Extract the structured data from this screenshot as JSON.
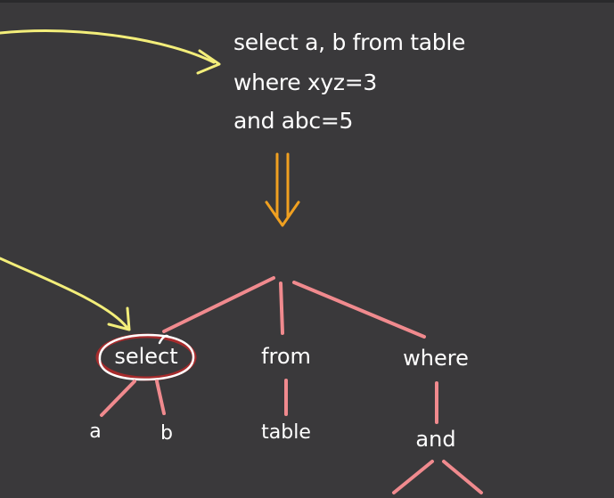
{
  "query": {
    "line1": "select a, b from table",
    "line2": "where xyz=3",
    "line3": "and abc=5"
  },
  "tree": {
    "select": "select",
    "from": "from",
    "where": "where",
    "leaf_a": "a",
    "leaf_b": "b",
    "leaf_table": "table",
    "leaf_and": "and"
  },
  "colors": {
    "background": "#3a393b",
    "branch": "#f08a8e",
    "pointer_arrow": "#f3ee7a",
    "transform_arrow": "#f0a020",
    "highlight": "#ff2020"
  }
}
